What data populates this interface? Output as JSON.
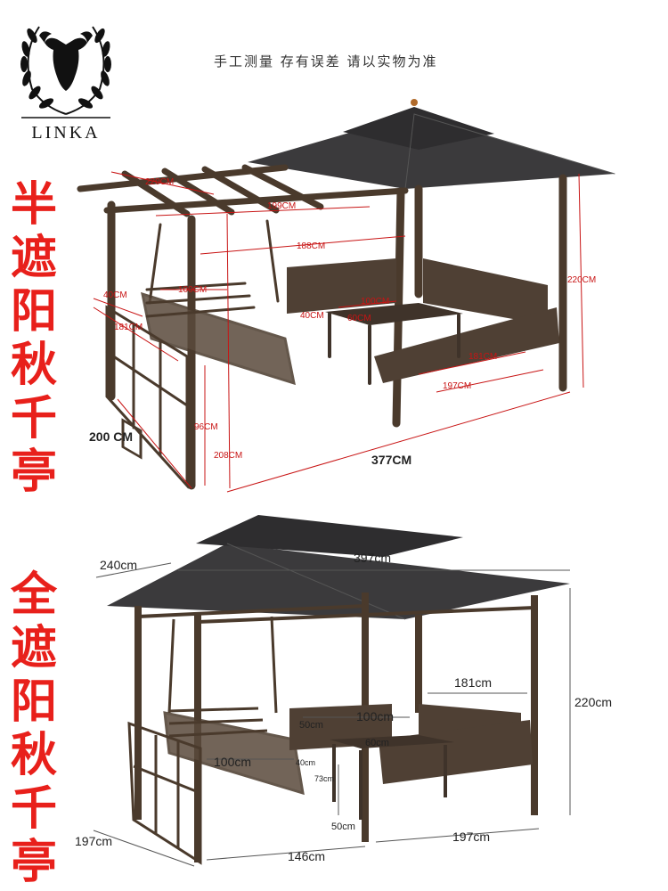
{
  "brand": {
    "name": "LINKA"
  },
  "note": "手工测量 存有误差 请以实物为准",
  "sections": [
    {
      "title_chars": [
        "半",
        "遮",
        "阳",
        "秋",
        "千",
        "亭"
      ]
    },
    {
      "title_chars": [
        "全",
        "遮",
        "阳",
        "秋",
        "千",
        "亭"
      ]
    }
  ],
  "top_dims": {
    "d220": "220CM",
    "d199": "199CM",
    "d188": "188CM",
    "d40a": "40CM",
    "d100a": "100CM",
    "d181a": "181CM",
    "d100b": "100CM",
    "d40b": "40CM",
    "d60": "60CM",
    "d220h": "220CM",
    "d181b": "181CM",
    "d197": "197CM",
    "d96": "96CM",
    "d208": "208CM",
    "d200": "200 CM",
    "d377": "377CM"
  },
  "bottom_dims": {
    "d240": "240cm",
    "d397": "397cm",
    "d220": "220cm",
    "d181": "181cm",
    "d50a": "50cm",
    "d100a": "100cm",
    "d60": "60cm",
    "d100b": "100cm",
    "d40": "40cm",
    "d73": "73cm",
    "d50b": "50cm",
    "d197a": "197cm",
    "d146": "146cm",
    "d197b": "197cm"
  },
  "colors": {
    "accent_red": "#e8201b",
    "frame_brown": "#4a3a2c",
    "roof_dark": "#3b3a3c",
    "dim_red": "#c81414"
  }
}
